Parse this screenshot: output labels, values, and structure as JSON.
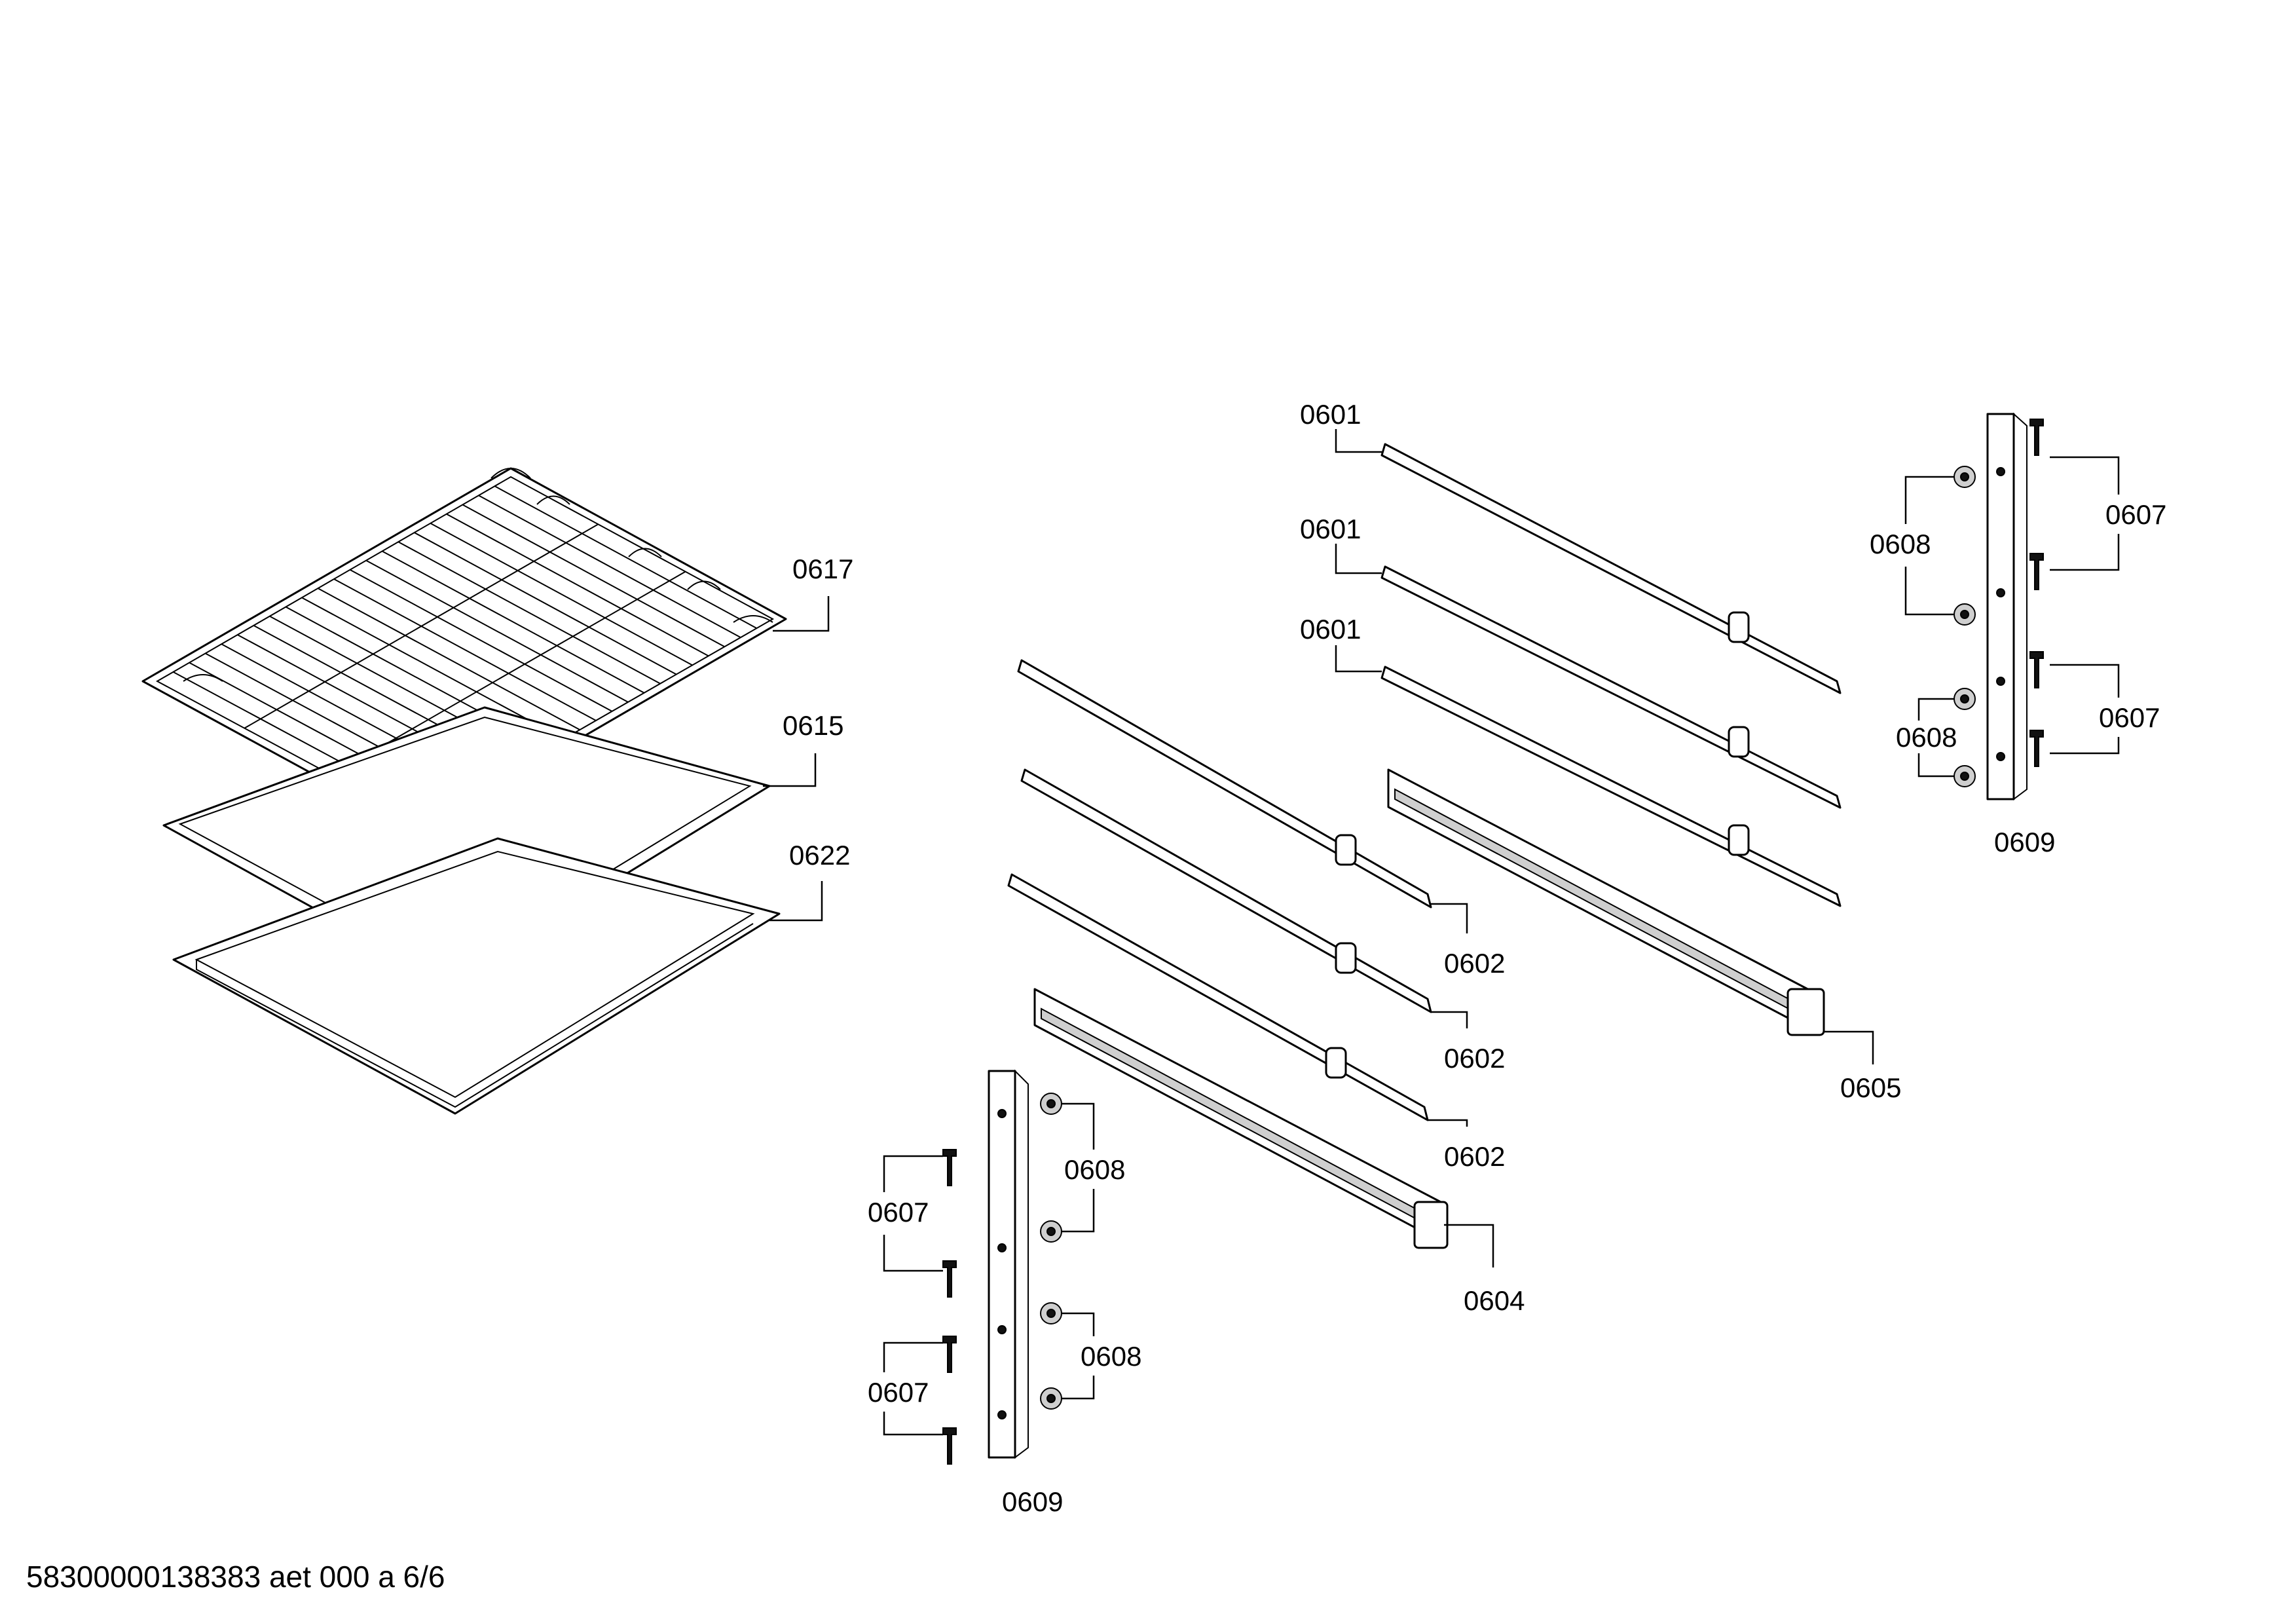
{
  "footer": "58300000138383 aet 000 a 6/6",
  "labels": {
    "wire_rack": "0617",
    "baking_tray": "0615",
    "deep_pan": "0622",
    "rail_top_1": "0601",
    "rail_top_2": "0601",
    "rail_top_3": "0601",
    "rail_mid_1": "0602",
    "rail_mid_2": "0602",
    "rail_mid_3": "0602",
    "telescopic_left": "0604",
    "telescopic_right": "0605",
    "bracket_right": "0609",
    "bracket_left": "0609",
    "screw_right_upper": "0607",
    "screw_right_lower": "0607",
    "nut_right_upper": "0608",
    "nut_right_lower": "0608",
    "screw_left_upper": "0607",
    "screw_left_lower": "0607",
    "nut_left_upper": "0608",
    "nut_left_lower": "0608"
  }
}
